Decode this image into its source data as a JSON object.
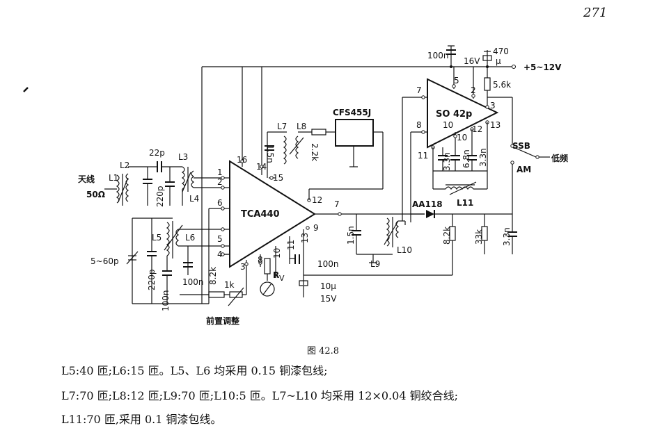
{
  "page_number": "271",
  "caption": "图 42.8",
  "notes": [
    "L5:40 匝;L6:15 匝。L5、L6 均采用 0.15 铜漆包线;",
    "L7:70 匝;L8:12 匝;L9:70 匝;L10:5 匝。L7~L10 均采用 12×0.04 铜绞合线;",
    "L11:70 匝,采用 0.1 铜漆包线。"
  ],
  "ic1": {
    "name": "TCA440",
    "pins": [
      "1",
      "2",
      "3",
      "4",
      "5",
      "6",
      "7",
      "8",
      "9",
      "10",
      "11",
      "12",
      "13",
      "14",
      "15",
      "16"
    ]
  },
  "ic2": {
    "name": "SO 42p",
    "pins": [
      "2",
      "3",
      "5",
      "7",
      "8",
      "10",
      "11",
      "12",
      "13"
    ]
  },
  "filter": {
    "name": "CFS455J"
  },
  "labels": {
    "antenna": "天线",
    "ohm": "50Ω",
    "L1": "L1",
    "L2": "L2",
    "L3": "L3",
    "L4": "L4",
    "L5": "L5",
    "L6": "L6",
    "L7": "L7",
    "L8": "L8",
    "L9": "L9",
    "L10": "L10",
    "L11": "L11",
    "c22p": "22p",
    "c220p_a": "220p",
    "c220p_b": "220p",
    "c100n_a": "100n",
    "c100n_b": "100n",
    "c100n_c": "100n",
    "c100n_d": "100n",
    "trim": "5~60p",
    "r82k_a": "8.2k",
    "r1k": "1k",
    "preset": "前置调整",
    "c15n_a": "1.5n",
    "c15n_b": "1.5n",
    "r22k": "2.2k",
    "rv": "R",
    "rv_sub": "V",
    "c10u": "10μ",
    "v15": "15V",
    "diode": "AA118",
    "r82k_b": "8.2k",
    "r33k": "33k",
    "c33n_a": "3.3n",
    "c33n_b": "3.3n",
    "c33n_c": "3.3n",
    "c68n": "6.8n",
    "c16v": "16V",
    "c470": "470",
    "mu": "μ",
    "r56k": "5.6k",
    "supply": "+5~12V",
    "ssb": "SSB",
    "am": "AM",
    "lowfreq": "低频"
  }
}
